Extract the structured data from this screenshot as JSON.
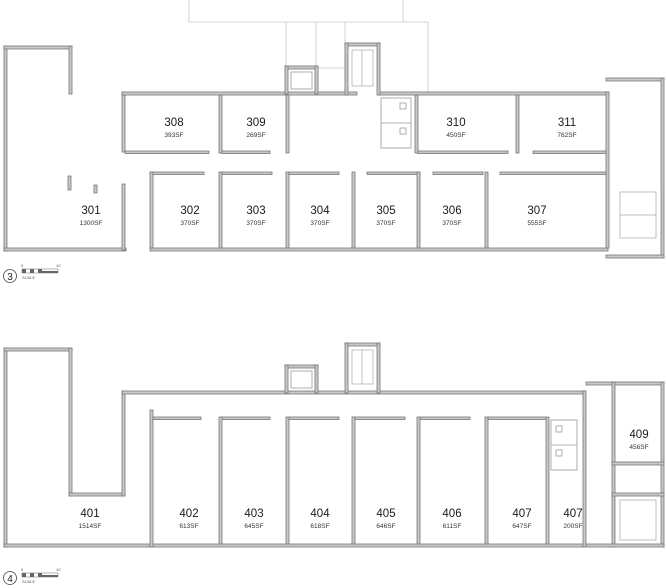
{
  "floors": [
    {
      "label": "3",
      "scale": {
        "zero": "0",
        "max": "10",
        "word": "SCALE"
      },
      "rooms": [
        {
          "number": "301",
          "area": "1300SF"
        },
        {
          "number": "302",
          "area": "370SF"
        },
        {
          "number": "303",
          "area": "370SF"
        },
        {
          "number": "304",
          "area": "370SF"
        },
        {
          "number": "305",
          "area": "370SF"
        },
        {
          "number": "306",
          "area": "370SF"
        },
        {
          "number": "307",
          "area": "555SF"
        },
        {
          "number": "308",
          "area": "393SF"
        },
        {
          "number": "309",
          "area": "269SF"
        },
        {
          "number": "310",
          "area": "450SF"
        },
        {
          "number": "311",
          "area": "762SF"
        }
      ]
    },
    {
      "label": "4",
      "scale": {
        "zero": "0",
        "max": "10",
        "word": "SCALE"
      },
      "rooms": [
        {
          "number": "401",
          "area": "1514SF"
        },
        {
          "number": "402",
          "area": "613SF"
        },
        {
          "number": "403",
          "area": "645SF"
        },
        {
          "number": "404",
          "area": "618SF"
        },
        {
          "number": "405",
          "area": "646SF"
        },
        {
          "number": "406",
          "area": "611SF"
        },
        {
          "number": "407",
          "area": "647SF"
        },
        {
          "number": "407",
          "area": "200SF"
        },
        {
          "number": "409",
          "area": "456SF"
        }
      ]
    }
  ]
}
